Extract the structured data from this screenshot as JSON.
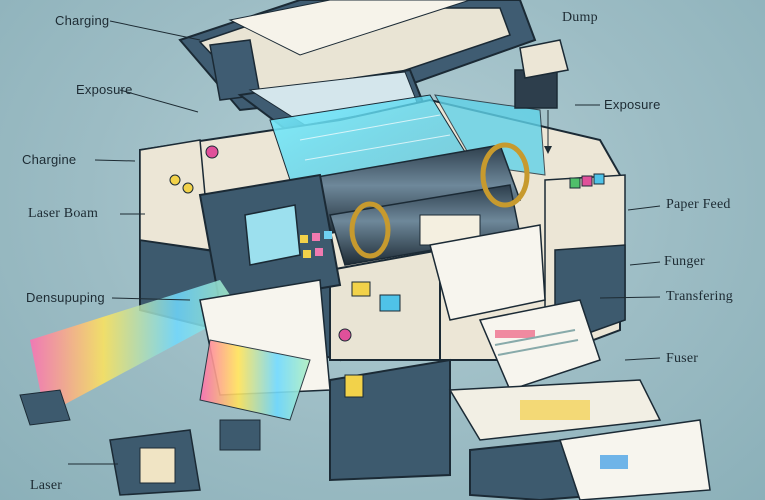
{
  "labels": {
    "charging_top": "Charging",
    "dump": "Dump",
    "exposure_left": "Exposure",
    "exposure_right": "Exposure",
    "chargine": "Chargine",
    "laser_boam": "Laser Boam",
    "paper_feed": "Paper Feed",
    "funger": "Funger",
    "densupuping": "Densupuping",
    "transfering": "Transfering",
    "fuser": "Fuser",
    "laser_bottom": "Laser"
  },
  "colors": {
    "background": "#9cbcc4",
    "body_navy": "#3d5a6e",
    "body_cream": "#ece6d6",
    "beam_cyan": "#4fe0f0",
    "accent_pink": "#e0509a"
  }
}
